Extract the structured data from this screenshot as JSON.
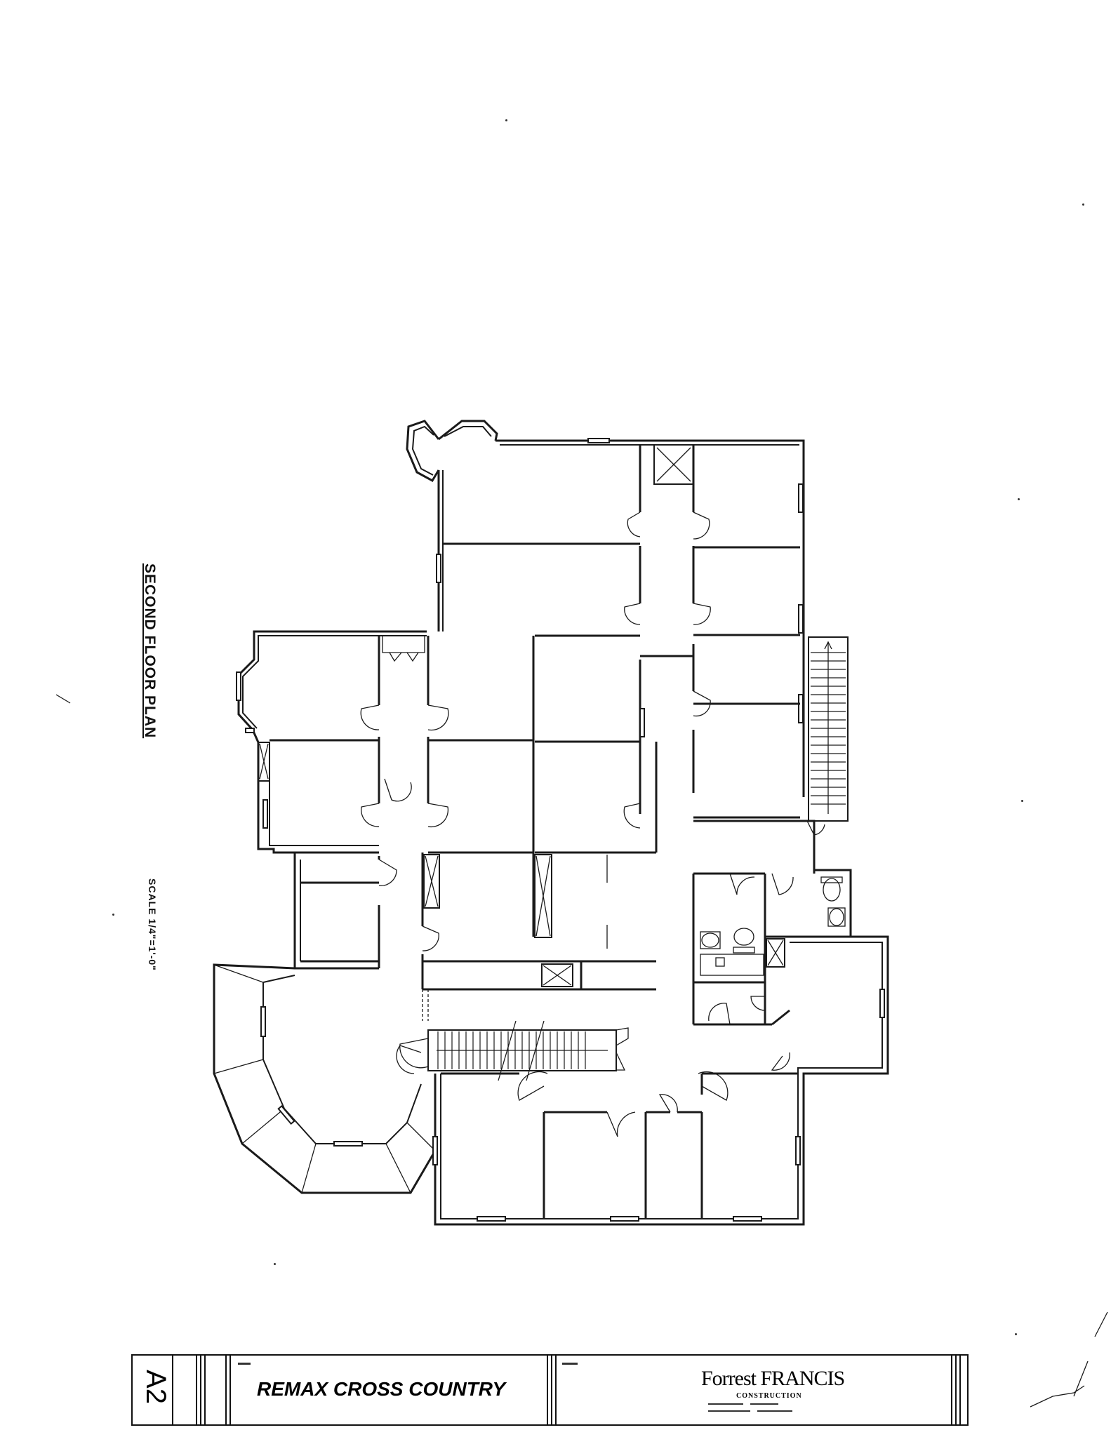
{
  "drawing": {
    "title": "SECOND FLOOR PLAN",
    "scale": "SCALE 1/4\"=1'-0\""
  },
  "title_block": {
    "sheet_number": "A2",
    "project_name": "REMAX CROSS COUNTRY",
    "company_name": "Forrest FRANCIS",
    "company_sub": "CONSTRUCTION"
  }
}
